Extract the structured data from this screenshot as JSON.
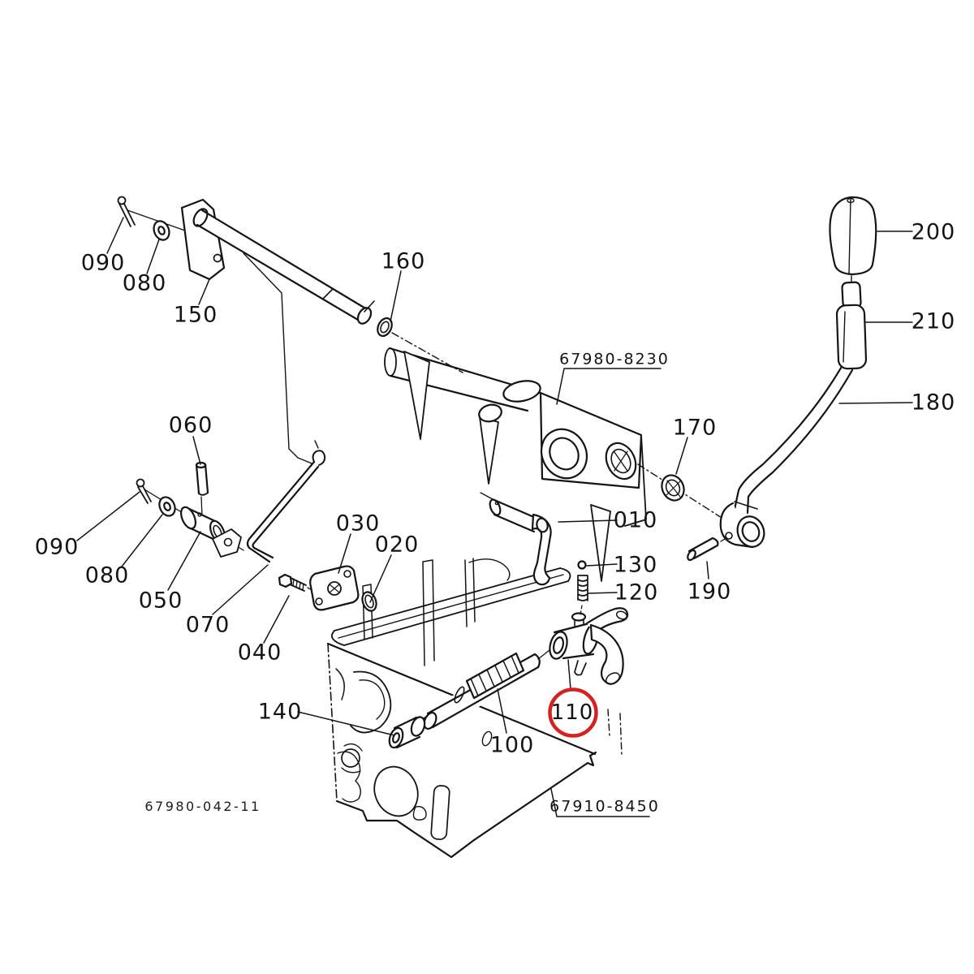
{
  "diagram_type": "exploded-parts-diagram",
  "drawing_number": "67980-042-11",
  "part_numbers": {
    "shift_housing": "67980-8230",
    "transmission_case": "67910-8450"
  },
  "highlight": {
    "ref": "110",
    "color": "#d2231f",
    "shape": "circle"
  },
  "line_color": "#141414",
  "background": "#ffffff",
  "callouts": [
    {
      "ref": "090"
    },
    {
      "ref": "080"
    },
    {
      "ref": "150"
    },
    {
      "ref": "160"
    },
    {
      "ref": "200"
    },
    {
      "ref": "210"
    },
    {
      "ref": "180"
    },
    {
      "ref": "170"
    },
    {
      "ref": "060"
    },
    {
      "ref": "010"
    },
    {
      "ref": "090"
    },
    {
      "ref": "080"
    },
    {
      "ref": "050"
    },
    {
      "ref": "030"
    },
    {
      "ref": "020"
    },
    {
      "ref": "070"
    },
    {
      "ref": "040"
    },
    {
      "ref": "130"
    },
    {
      "ref": "120"
    },
    {
      "ref": "190"
    },
    {
      "ref": "110",
      "highlighted": true
    },
    {
      "ref": "100"
    },
    {
      "ref": "140"
    }
  ]
}
